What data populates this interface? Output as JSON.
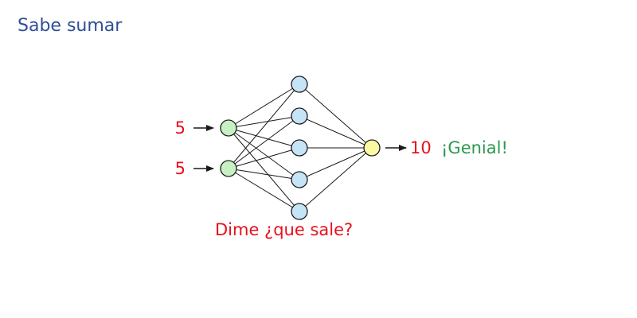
{
  "title": "Sabe sumar",
  "inputs": [
    {
      "value": "5"
    },
    {
      "value": "5"
    }
  ],
  "hidden_layer_size": 5,
  "output": {
    "value": "10",
    "reaction": "¡Genial!"
  },
  "question": "Dime ¿que sale?",
  "colors": {
    "title": "#2e4f97",
    "input_node_fill": "#c7f1c2",
    "hidden_node_fill": "#c6e4f8",
    "output_node_fill": "#fbf9a2",
    "node_stroke": "#1a1a1a",
    "edge": "#1a1a1a",
    "highlight_text": "#e8101c",
    "reaction_text": "#2b9a4d"
  }
}
